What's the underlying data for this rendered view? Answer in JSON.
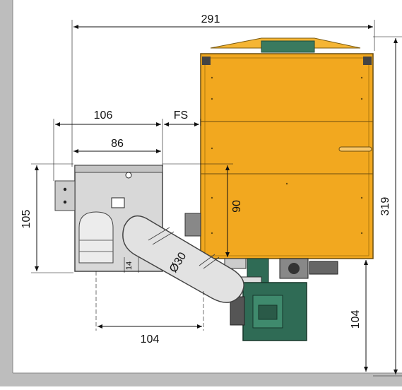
{
  "dimensions": {
    "overall_width": "291",
    "hopper_offset": "106",
    "free_space": "FS",
    "hopper_width": "86",
    "hopper_height": "105",
    "auger_height": "90",
    "overall_height": "319",
    "burner_height": "104",
    "auger_reach": "104",
    "auger_diameter": "Ø30",
    "auger_pipe": "14"
  },
  "colors": {
    "wall": "#bdbdbd",
    "boiler": "#f2a81f",
    "boiler_dark": "#d88d10",
    "green": "#2f6b55",
    "hopper": "#d8d8d8",
    "auger": "#e0e0e0"
  }
}
